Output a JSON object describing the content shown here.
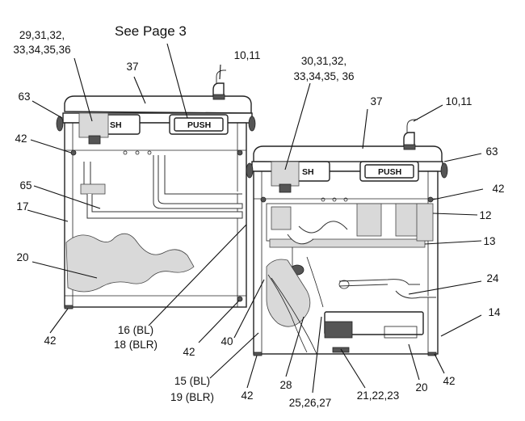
{
  "heading": "See Page 3",
  "button_label": "PUSH",
  "callouts": {
    "c29": [
      "29,31,32,",
      "33,34,35,36"
    ],
    "c37_left": "37",
    "c10_left": "10,11",
    "c63_left": "63",
    "c42_left_top": "42",
    "c65": "65",
    "c17": "17",
    "c20_left": "20",
    "c42_left_bottom": "42",
    "c16": [
      "16 (BL)",
      "18 (BLR)"
    ],
    "c42_mid": "42",
    "c40": "40",
    "c15": [
      "15 (BL)",
      "19 (BLR)"
    ],
    "c42_bottom": "42",
    "c28": "28",
    "c25": "25,26,27",
    "c21": "21,22,23",
    "c20_right": "20",
    "c42_right_bottom": "42",
    "c14": "14",
    "c24": "24",
    "c13": "13",
    "c12": "12",
    "c42_right": "42",
    "c63_right": "63",
    "c10_right": "10,11",
    "c37_right": "37",
    "c30": [
      "30,31,32,",
      "33,34,35, 36"
    ]
  }
}
